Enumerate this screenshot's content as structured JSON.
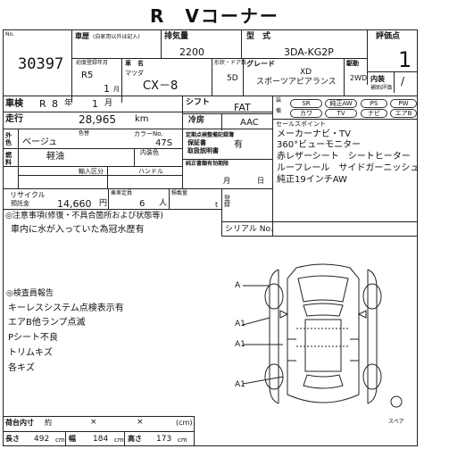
{
  "title": "R　Vコーナー",
  "lot_no_label": "No.",
  "lot_no": "30397",
  "history_label": "車歴",
  "history_note": "(自家用以外は記入)",
  "displacement_label": "排気量",
  "displacement": "2200",
  "model_label": "型　式",
  "model": "3DA-KG2P",
  "grade_score_label": "評価点",
  "grade_score": "1",
  "interior_label": "内装",
  "interior_sub": "補助評価",
  "interior_value": "/",
  "first_reg_label": "初度登録年月",
  "first_reg_year": "R5",
  "first_reg_month": "1",
  "month_unit": "月",
  "maker_label": "車　名",
  "maker": "マツダ",
  "car_name": "CX－8",
  "doors_label": "形状・ドア数",
  "doors": "5D",
  "grade_label": "グレード",
  "grade_line1": "XD",
  "grade_line2": "スポーツアピアランス",
  "drive_label": "駆動",
  "drive": "2WD",
  "shaken_label": "車検",
  "shaken_era": "R",
  "shaken_year": "8",
  "year_unit": "年",
  "shaken_month": "1",
  "mileage_label": "走行",
  "mileage": "28,965",
  "mileage_unit": "km",
  "color_label": "外 色",
  "color": "ベージュ",
  "color_orig_label": "色替",
  "color_no_label": "カラーNo.",
  "color_no": "47S",
  "fuel_label": "燃料",
  "fuel": "軽油",
  "int_color_label": "内装色",
  "import_label": "輸入区分",
  "handle_label": "ハンドル",
  "shift_label": "シフト",
  "shift": "FAT",
  "ac_label": "冷房",
  "ac": "AAC",
  "cert_label": "定期点検整備記録簿",
  "warranty_label": "保証書",
  "warranty": "有",
  "manual_label": "取扱説明書",
  "cert_expiry_label": "純正書類有効期限",
  "cert_month": "月",
  "cert_day": "日",
  "equipment": [
    "SR",
    "純正AW",
    "PS",
    "PW",
    "カワ",
    "TV",
    "ナビ",
    "エアB"
  ],
  "sales_point_label": "セールスポイント",
  "sales_points": [
    "メーカーナビ・TV",
    "360°ビューモニター",
    "赤レザーシート　シートヒーター",
    "ルーフレール　サイドガーニッシュ",
    "純正19インチAW"
  ],
  "recycle_label": "リサイクル",
  "recycle_sub": "預託金",
  "recycle_amount": "14,660",
  "recycle_unit": "円",
  "capacity_label": "乗車定員",
  "capacity": "6",
  "capacity_unit": "人",
  "load_label": "積載量",
  "load_unit": "t",
  "reg_label": "登録",
  "serial_label": "シリアル No.",
  "caution_title": "◎注意事項(修復・不具合箇所および状態等)",
  "caution_text": "車内に水が入っていた為冠水歴有",
  "inspector_title": "◎検査員報告",
  "inspector_items": [
    "キーレスシステム点検表示有",
    "エアB他ランプ点滅",
    "Pシート不良",
    "トリムキズ",
    "各キズ"
  ],
  "damage_marks": [
    "A",
    "A1",
    "A1",
    "A1"
  ],
  "spare_label": "スペア",
  "cargo_label": "荷台内寸",
  "cargo_unit_label": "約",
  "cargo_x": "×",
  "cargo_cm": "(cm)",
  "length_label": "長さ",
  "length": "492",
  "width_label": "幅",
  "width": "184",
  "height_label": "高さ",
  "height": "173",
  "dim_unit": "cm"
}
